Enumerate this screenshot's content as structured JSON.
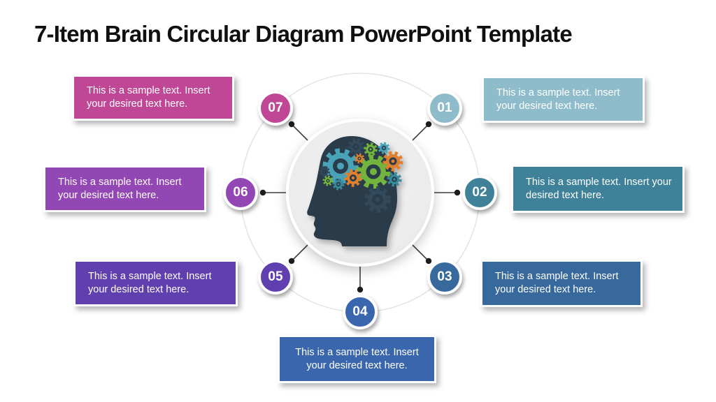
{
  "title": "7-Item Brain Circular Diagram PowerPoint Template",
  "items": [
    {
      "number": "01",
      "text": "This is a sample text. Insert your desired text here.",
      "color": "#8fbcca"
    },
    {
      "number": "02",
      "text": "This is a sample text. Insert your desired text here.",
      "color": "#3e8198"
    },
    {
      "number": "03",
      "text": "This is a sample text. Insert your desired text here.",
      "color": "#38699c"
    },
    {
      "number": "04",
      "text": "This is a sample text. Insert your desired text here.",
      "color": "#3a66ad"
    },
    {
      "number": "05",
      "text": "This is a sample text. Insert your desired text here.",
      "color": "#6040af"
    },
    {
      "number": "06",
      "text": "This is a sample text. Insert your desired text here.",
      "color": "#9347b4"
    },
    {
      "number": "07",
      "text": "This is a sample text. Insert your desired text here.",
      "color": "#bf4795"
    }
  ],
  "center_graphic": {
    "description": "human head profile with gears brain",
    "icon": "head-gears-icon"
  },
  "colors": {
    "titlecolor": "#101010",
    "head": "#2b3b49",
    "teal": "#4aa3b8",
    "teal2": "#39899c",
    "green": "#72b43c",
    "orange": "#e0802f",
    "navy": "#31485c",
    "centerfill": "#ececec",
    "ring": "#e2e2e2",
    "connector": "#3f3f3f",
    "dot": "#1d1d1d"
  }
}
